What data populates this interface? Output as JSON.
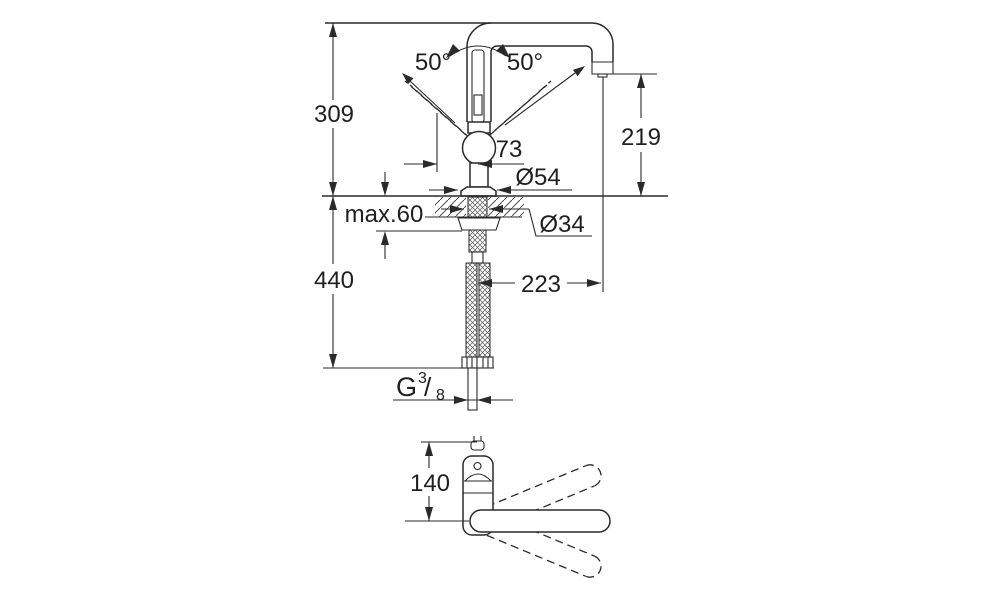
{
  "title": "faucet-dimension-drawing",
  "colors": {
    "line": "#2a2a2a",
    "text": "#1f1f1f",
    "background": "#ffffff"
  },
  "front_view": {
    "dimensions": {
      "height_above_deck": "309",
      "lever_angle_left": "50°",
      "lever_angle_right": "50°",
      "spout_height": "219",
      "lever_offset": "73",
      "base_diameter": "Ø54",
      "max_deck_thickness": "max.60",
      "hole_diameter": "Ø34",
      "height_below_deck": "440",
      "spout_reach": "223",
      "thread": {
        "g": "G",
        "numerator": "3",
        "slash": "/",
        "denominator": "8"
      }
    }
  },
  "top_view": {
    "dimensions": {
      "body_depth": "140"
    }
  }
}
